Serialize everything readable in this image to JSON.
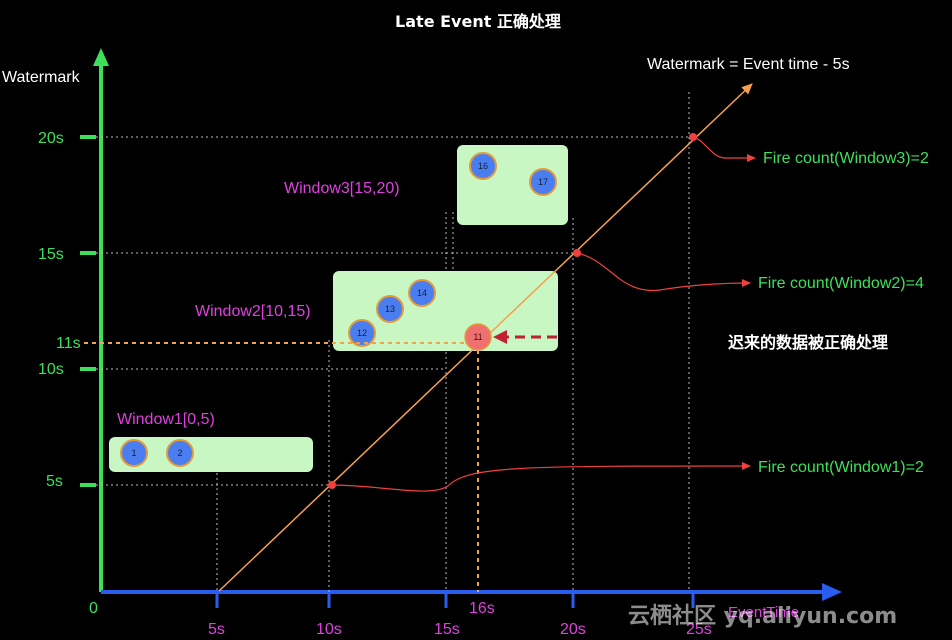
{
  "title": "Late Event 正确处理",
  "formula": "Watermark = Event time - 5s",
  "y_axis_label": "Watermark",
  "x_axis_label": "EventTime",
  "origin_label": "0",
  "y_ticks": [
    "20s",
    "15s",
    "11s",
    "10s",
    "5s"
  ],
  "x_ticks": [
    "5s",
    "10s",
    "15s",
    "16s",
    "20s",
    "25s"
  ],
  "windows": [
    {
      "label": "Window1[0,5)",
      "events": [
        "1",
        "2"
      ]
    },
    {
      "label": "Window2[10,15)",
      "events": [
        "12",
        "13",
        "14",
        "11"
      ]
    },
    {
      "label": "Window3[15,20)",
      "events": [
        "16",
        "17"
      ]
    }
  ],
  "fires": [
    "Fire count(Window1)=2",
    "Fire count(Window2)=4",
    "Fire count(Window3)=2"
  ],
  "late_note": "迟来的数据被正确处理",
  "watermark_text": "云栖社区 yq.aliyun.com",
  "colors": {
    "axis_y": "#3de05a",
    "axis_x": "#2a5cf0",
    "diagonal": "#f5a04a",
    "fire": "#f04040",
    "window_fill": "#c8f7c4",
    "window_label": "#e040e0",
    "event_blue": "#4a7ef0",
    "event_border": "#e39a3a",
    "late_event": "#f07070",
    "late_arrow": "#c02030",
    "tick_green": "#3de05a"
  }
}
